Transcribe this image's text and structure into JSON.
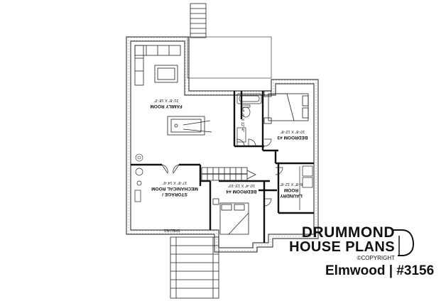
{
  "rooms": {
    "family": {
      "name": "FAMILY ROOM",
      "dims": "21'-8\" X 18'-2\""
    },
    "storage": {
      "name_line1": "STORAGE /",
      "name_line2": "MECHANICAL ROOM",
      "dims": "17'-8\" X 14'-6\""
    },
    "bedroom3": {
      "name": "BEDROOM #3",
      "dims": "10'-8\" X 12'-8\""
    },
    "bedroom4": {
      "name": "BEDROOM #4",
      "dims": "10'-4\" X 13'-10\""
    },
    "laundry": {
      "name_line1": "LAUNDRY",
      "name_line2": "ROOM",
      "dims": "6'-8\" X 12'-8\""
    },
    "bath": {
      "dims": "8'-0\" X 12'-4\""
    },
    "shelves": {
      "label": "SHELVES"
    }
  },
  "brand": {
    "line1": "DRUMMOND",
    "line2": "HOUSE PLANS",
    "copyright": "©COPYRIGHT"
  },
  "plan_title": "Elmwood | #3156"
}
